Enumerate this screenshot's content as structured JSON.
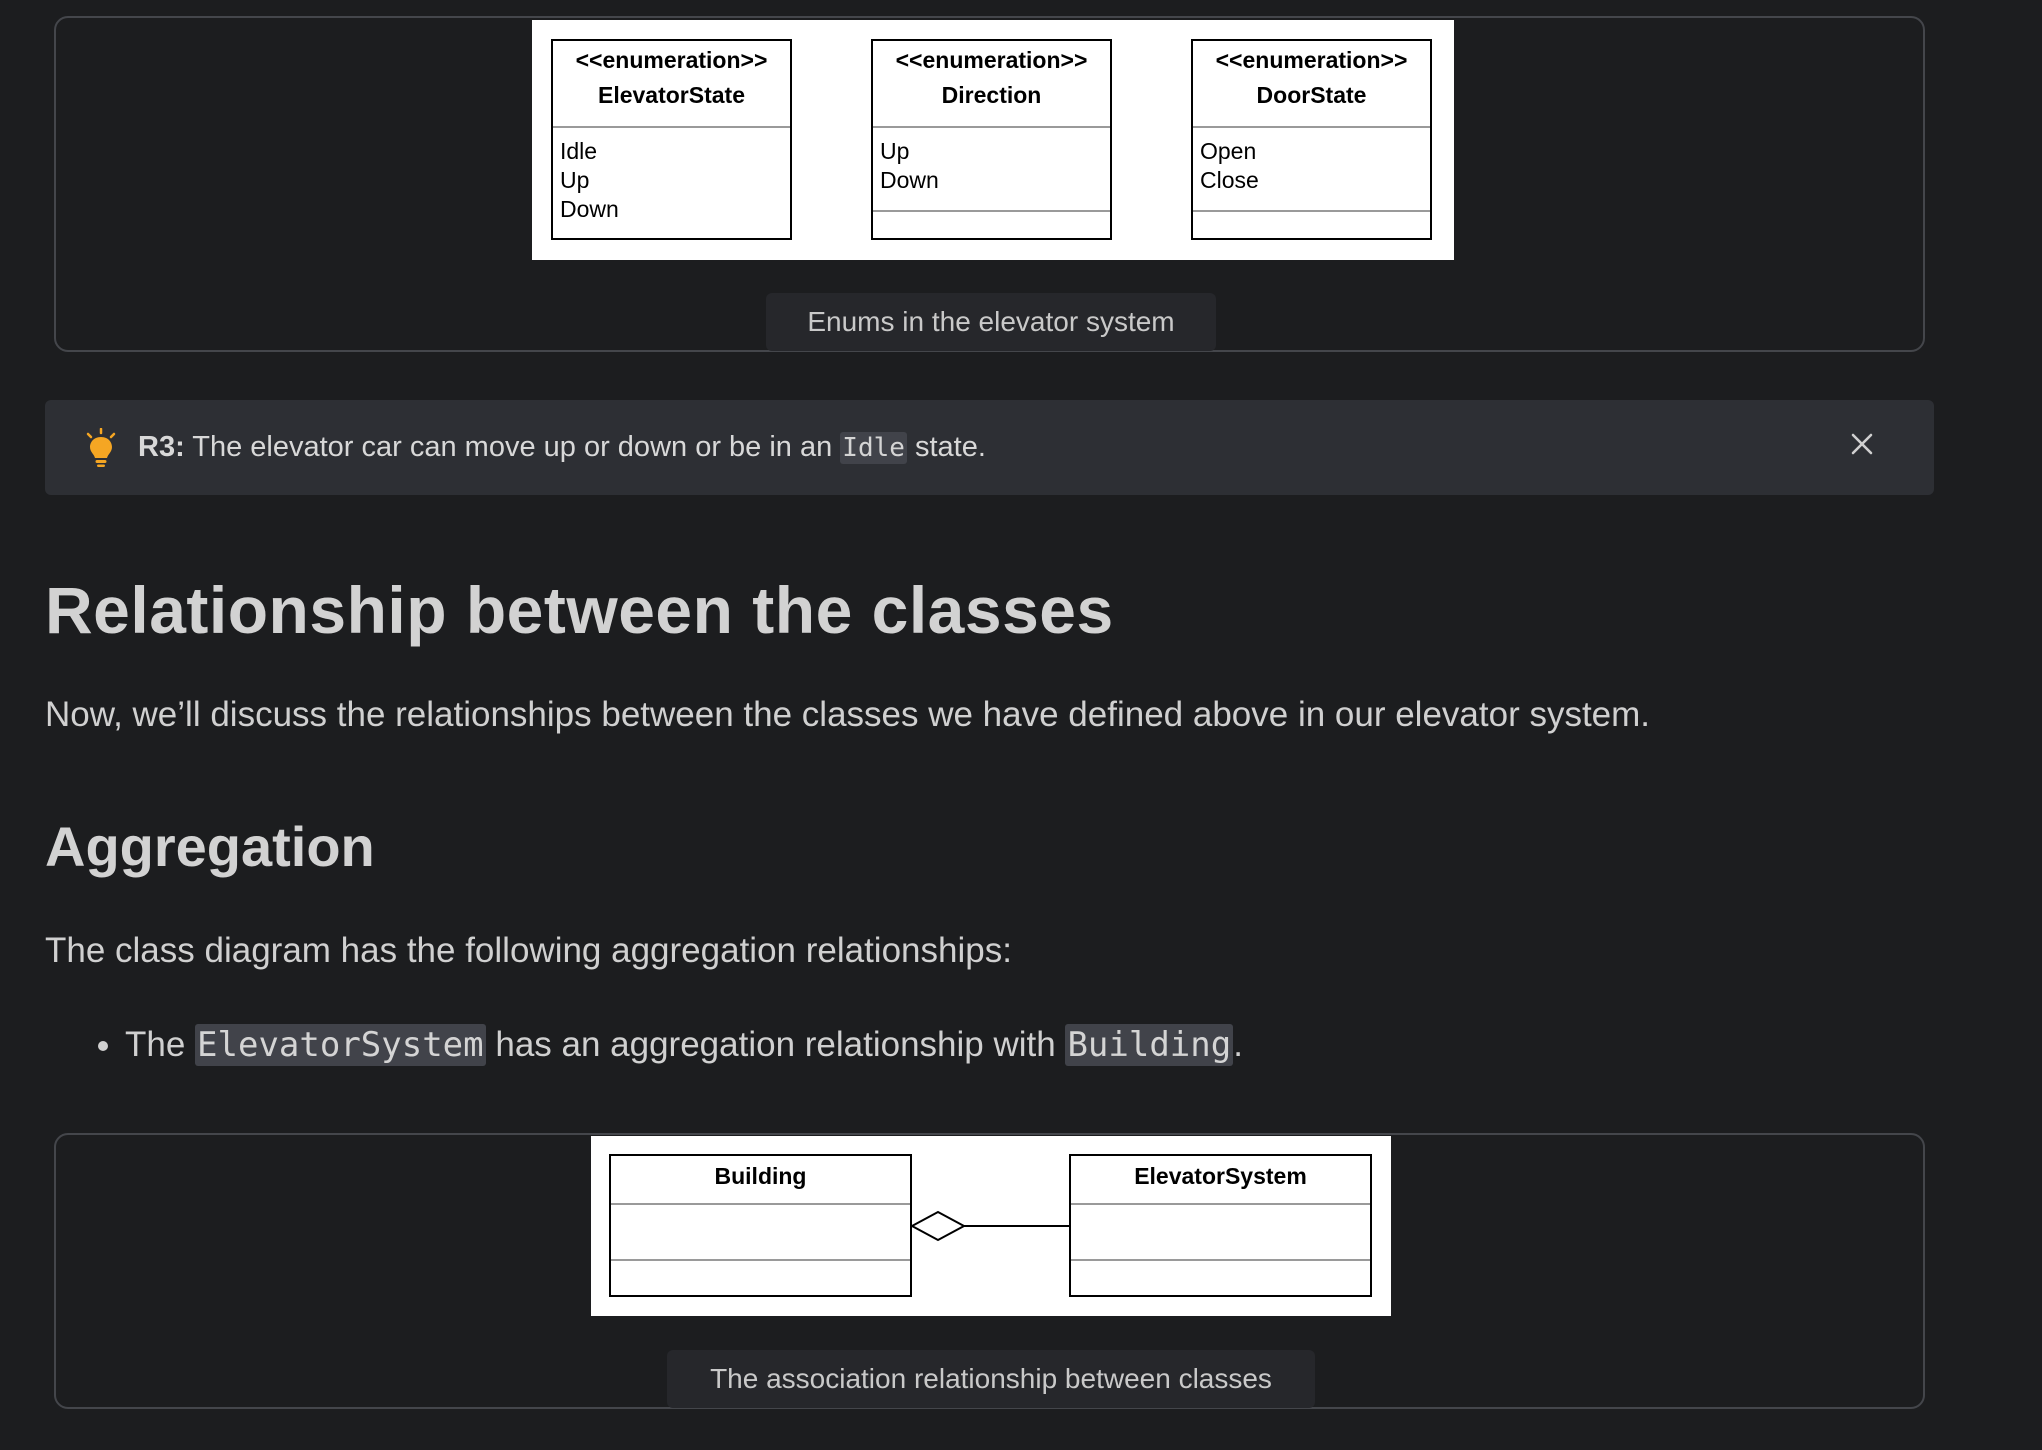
{
  "figure1": {
    "enums": [
      {
        "stereotype": "<<enumeration>>",
        "name": "ElevatorState",
        "literals": [
          "Idle",
          "Up",
          "Down"
        ]
      },
      {
        "stereotype": "<<enumeration>>",
        "name": "Direction",
        "literals": [
          "Up",
          "Down"
        ]
      },
      {
        "stereotype": "<<enumeration>>",
        "name": "DoorState",
        "literals": [
          "Open",
          "Close"
        ]
      }
    ],
    "caption": "Enums in the elevator system"
  },
  "tip": {
    "icon": "lightbulb-icon",
    "icon_color": "#f5a623",
    "label": "R3:",
    "text_before": " The elevator car can move up or down or be in an ",
    "code": "Idle",
    "text_after": " state.",
    "close_icon": "close-icon"
  },
  "heading_main": "Relationship between the classes",
  "intro": "Now, we’ll discuss the relationships between the classes we have defined above in our elevator system.",
  "heading_sub": "Aggregation",
  "aggregation_intro": "The class diagram has the following aggregation relationships:",
  "bullets": [
    {
      "before": "The ",
      "code1": "ElevatorSystem",
      "middle": " has an aggregation relationship with ",
      "code2": "Building",
      "after": "."
    }
  ],
  "figure2": {
    "classes": [
      "Building",
      "ElevatorSystem"
    ],
    "caption": "The association relationship between classes"
  }
}
